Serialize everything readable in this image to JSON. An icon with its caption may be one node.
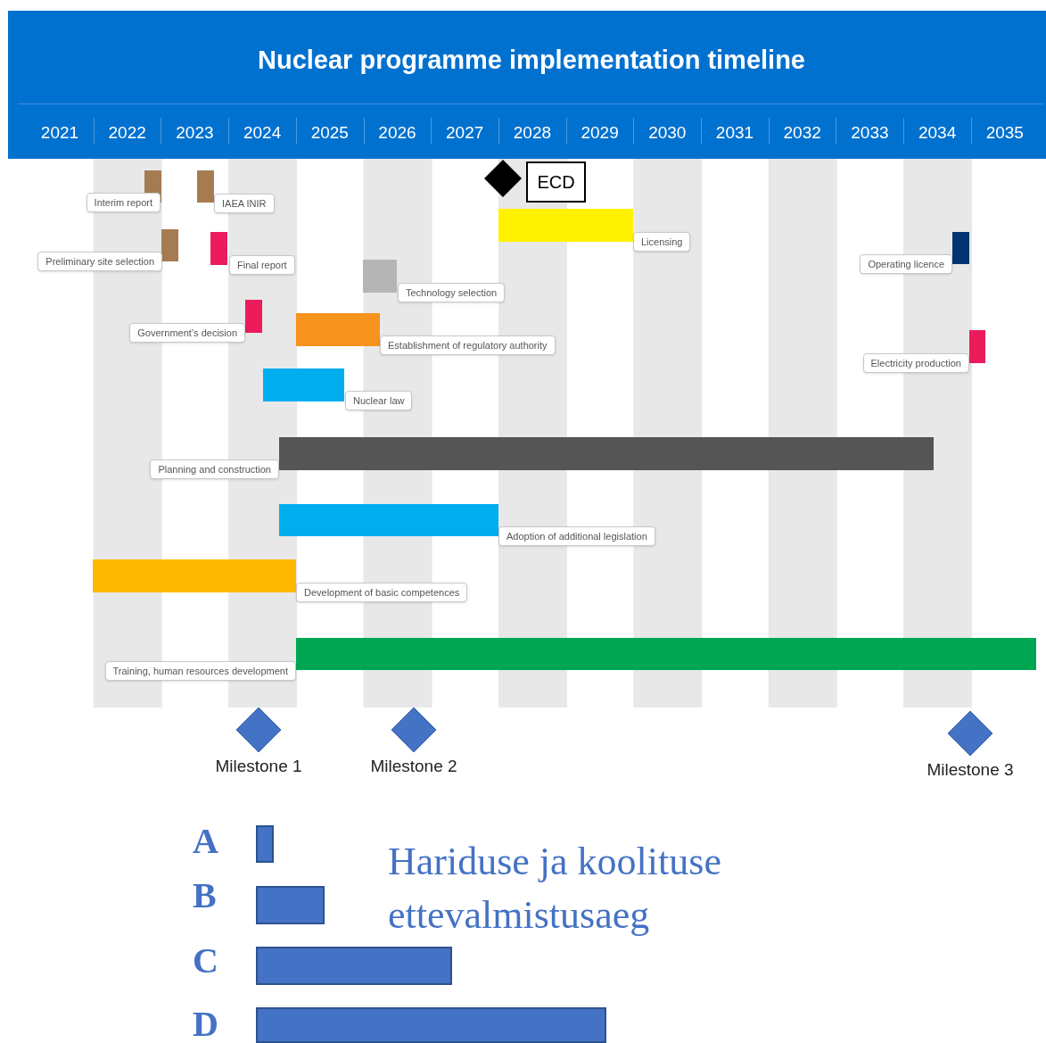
{
  "diagram": {
    "title": "Nuclear programme implementation timeline",
    "nodes": [
      {
        "text": [
          "Interim report"
        ]
      },
      {
        "text": [
          "IAEA INIR"
        ]
      },
      {
        "text": [
          "Preliminary site selection"
        ]
      },
      {
        "text": [
          "Final report"
        ]
      },
      {
        "text": [
          "Technology selection"
        ]
      },
      {
        "text": [
          "Government’s decision"
        ]
      },
      {
        "text": [
          "Establishment of regulatory authority"
        ]
      },
      {
        "text": [
          "Nuclear law"
        ]
      },
      {
        "text": [
          "Licensing"
        ]
      },
      {
        "text": [
          "Operating licence"
        ]
      },
      {
        "text": [
          "Electricity production"
        ]
      },
      {
        "text": [
          "Planning and construction"
        ]
      },
      {
        "text": [
          "Adoption of additional legislation"
        ]
      },
      {
        "text": [
          "Development of basic competences"
        ]
      },
      {
        "text": [
          "Training, human resources development"
        ]
      },
      {
        "text": [
          "ECD"
        ]
      },
      {
        "text": [
          "Milestone 1"
        ]
      },
      {
        "text": [
          "Milestone 2"
        ]
      },
      {
        "text": [
          "Milestone 3"
        ]
      }
    ],
    "labels": [
      "2021",
      "2022",
      "2023",
      "2024",
      "2025",
      "2026",
      "2027",
      "2028",
      "2029",
      "2030",
      "2031",
      "2032",
      "2033",
      "2034",
      "2035",
      "A",
      "B",
      "C",
      "D",
      "Hariduse ja koolituse ettevalmistusaeg"
    ]
  }
}
